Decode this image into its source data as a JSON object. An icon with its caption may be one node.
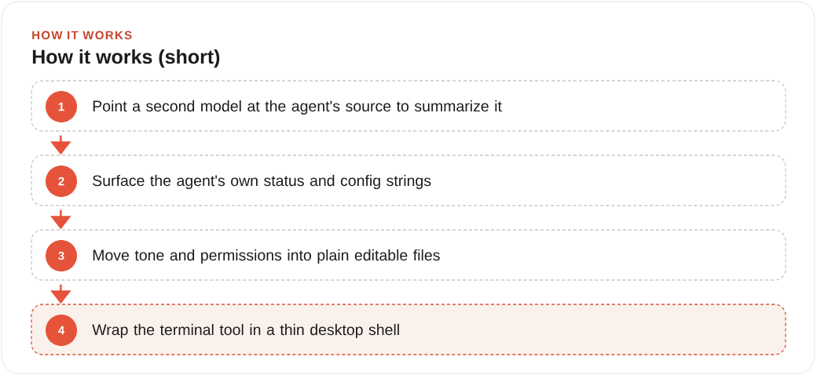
{
  "diagram": {
    "title": "How it works (short)",
    "nodes": [
      {
        "text": [
          "Point a second model at the agent's source to summarize it"
        ]
      },
      {
        "text": [
          "1"
        ],
        "in": 0
      },
      {
        "text": [
          "Surface the agent's own status and config strings"
        ]
      },
      {
        "text": [
          "2"
        ],
        "in": 2
      },
      {
        "text": [
          "Move tone and permissions into plain editable files"
        ]
      },
      {
        "text": [
          "3"
        ],
        "in": 4
      },
      {
        "text": [
          "Wrap the terminal tool in a thin desktop shell"
        ]
      },
      {
        "text": [
          "4"
        ],
        "in": 6
      }
    ],
    "edges": [
      {
        "from": 0,
        "to": 2,
        "arrow": "to"
      },
      {
        "from": 2,
        "to": 4,
        "arrow": "to"
      },
      {
        "from": 4,
        "to": 6,
        "arrow": "to"
      }
    ],
    "labels": [
      "HOW IT WORKS"
    ]
  }
}
